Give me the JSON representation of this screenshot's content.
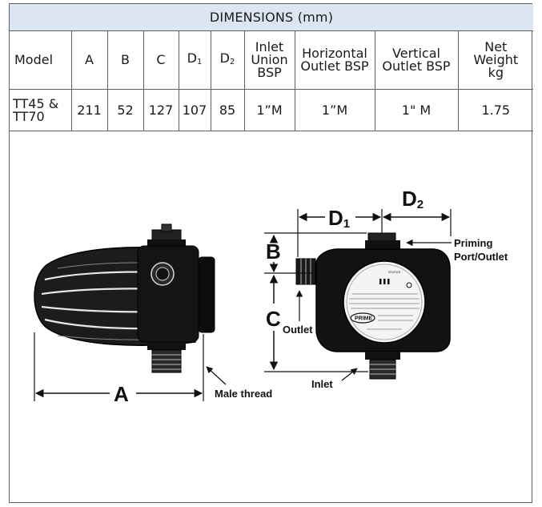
{
  "table": {
    "title": "DIMENSIONS (mm)",
    "headers": {
      "model": "Model",
      "a": "A",
      "b": "B",
      "c": "C",
      "d1_main": "D",
      "d1_sub": "1",
      "d2_main": "D",
      "d2_sub": "2",
      "inlet": [
        "Inlet",
        "Union",
        "BSP"
      ],
      "horizontal": [
        "Horizontal",
        "Outlet BSP"
      ],
      "vertical": [
        "Vertical",
        "Outlet BSP"
      ],
      "weight": [
        "Net",
        "Weight",
        "kg"
      ]
    },
    "row": {
      "model": [
        "TT45 &",
        "TT70"
      ],
      "a": "211",
      "b": "52",
      "c": "127",
      "d1": "107",
      "d2": "85",
      "inlet": "1”M",
      "horizontal": "1”M",
      "vertical": "1\" M",
      "weight": "1.75"
    }
  },
  "diagram": {
    "label_a": "A",
    "label_b": "B",
    "label_c": "C",
    "label_d1_main": "D",
    "label_d1_sub": "1",
    "label_d2_main": "D",
    "label_d2_sub": "2",
    "male_thread": "Male thread",
    "inlet": "Inlet",
    "outlet": "Outlet",
    "priming_line1": "Priming",
    "priming_line2": "Port/Outlet",
    "panel": {
      "brand": "PRIME",
      "status": "STATUS"
    }
  }
}
